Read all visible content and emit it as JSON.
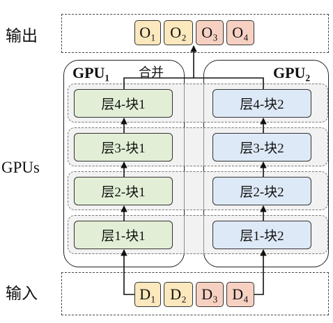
{
  "labels": {
    "output": "输出",
    "gpus": "GPUs",
    "input": "输入",
    "merge": "合并"
  },
  "output_cells": [
    {
      "text": "O₁",
      "color": "#fbe8bd"
    },
    {
      "text": "O₂",
      "color": "#fbe8bd"
    },
    {
      "text": "O₃",
      "color": "#f6d1c2"
    },
    {
      "text": "O₄",
      "color": "#f6d1c2"
    }
  ],
  "input_cells": [
    {
      "text": "D₁",
      "color": "#fbe8bd"
    },
    {
      "text": "D₂",
      "color": "#fbe8bd"
    },
    {
      "text": "D₃",
      "color": "#f6d1c2"
    },
    {
      "text": "D₄",
      "color": "#f6d1c2"
    }
  ],
  "gpus": [
    {
      "name": "GPU₁",
      "color": "#e2efd6"
    },
    {
      "name": "GPU₂",
      "color": "#dde9f6"
    }
  ],
  "layers": [
    {
      "gpu1": "层4-块1",
      "gpu2": "层4-块2"
    },
    {
      "gpu1": "层3-块1",
      "gpu2": "层3-块2"
    },
    {
      "gpu1": "层2-块1",
      "gpu2": "层2-块2"
    },
    {
      "gpu1": "层1-块1",
      "gpu2": "层1-块2"
    }
  ]
}
